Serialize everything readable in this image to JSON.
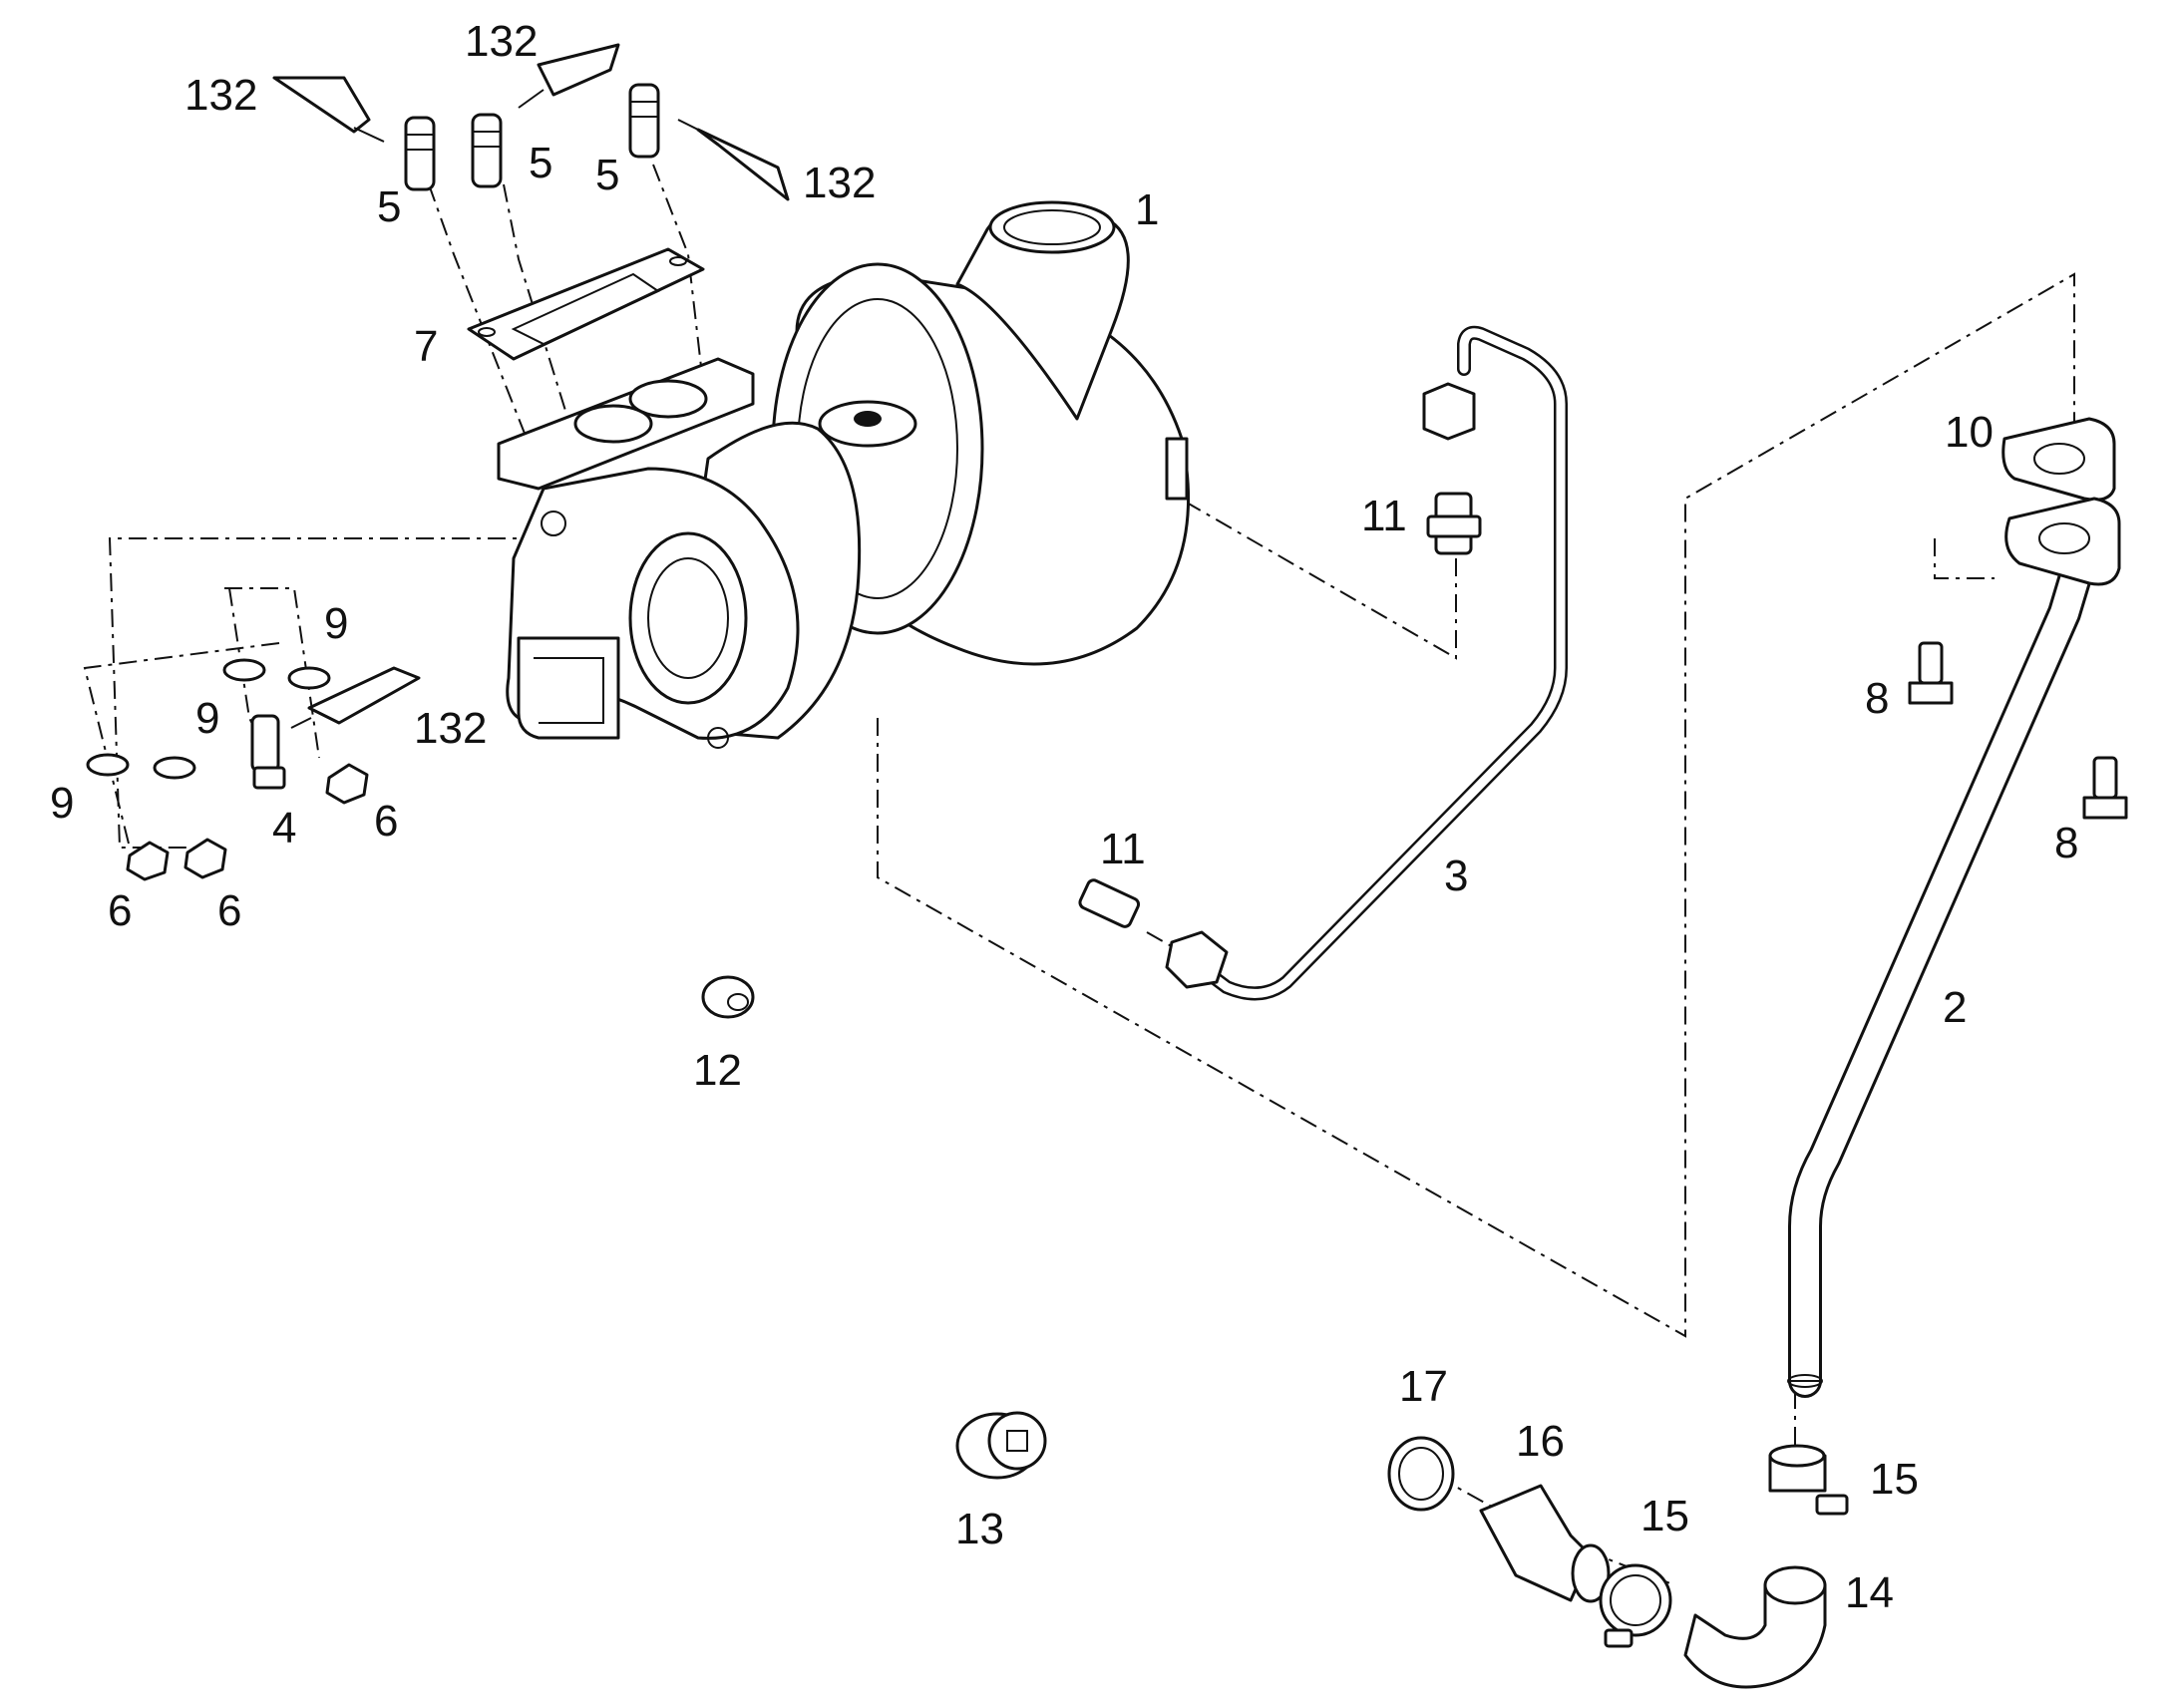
{
  "diagram": {
    "callouts": [
      {
        "id": "c1",
        "text": "1"
      },
      {
        "id": "c2",
        "text": "2"
      },
      {
        "id": "c3",
        "text": "3"
      },
      {
        "id": "c4",
        "text": "4"
      },
      {
        "id": "c5a",
        "text": "5"
      },
      {
        "id": "c5b",
        "text": "5"
      },
      {
        "id": "c5c",
        "text": "5"
      },
      {
        "id": "c6a",
        "text": "6"
      },
      {
        "id": "c6b",
        "text": "6"
      },
      {
        "id": "c6c",
        "text": "6"
      },
      {
        "id": "c7",
        "text": "7"
      },
      {
        "id": "c8a",
        "text": "8"
      },
      {
        "id": "c8b",
        "text": "8"
      },
      {
        "id": "c9a",
        "text": "9"
      },
      {
        "id": "c9b",
        "text": "9"
      },
      {
        "id": "c9c",
        "text": "9"
      },
      {
        "id": "c10",
        "text": "10"
      },
      {
        "id": "c11a",
        "text": "11"
      },
      {
        "id": "c11b",
        "text": "11"
      },
      {
        "id": "c12",
        "text": "12"
      },
      {
        "id": "c13",
        "text": "13"
      },
      {
        "id": "c14",
        "text": "14"
      },
      {
        "id": "c15a",
        "text": "15"
      },
      {
        "id": "c15b",
        "text": "15"
      },
      {
        "id": "c16",
        "text": "16"
      },
      {
        "id": "c17",
        "text": "17"
      },
      {
        "id": "c132a",
        "text": "132"
      },
      {
        "id": "c132b",
        "text": "132"
      },
      {
        "id": "c132c",
        "text": "132"
      },
      {
        "id": "c132d",
        "text": "132"
      }
    ]
  }
}
